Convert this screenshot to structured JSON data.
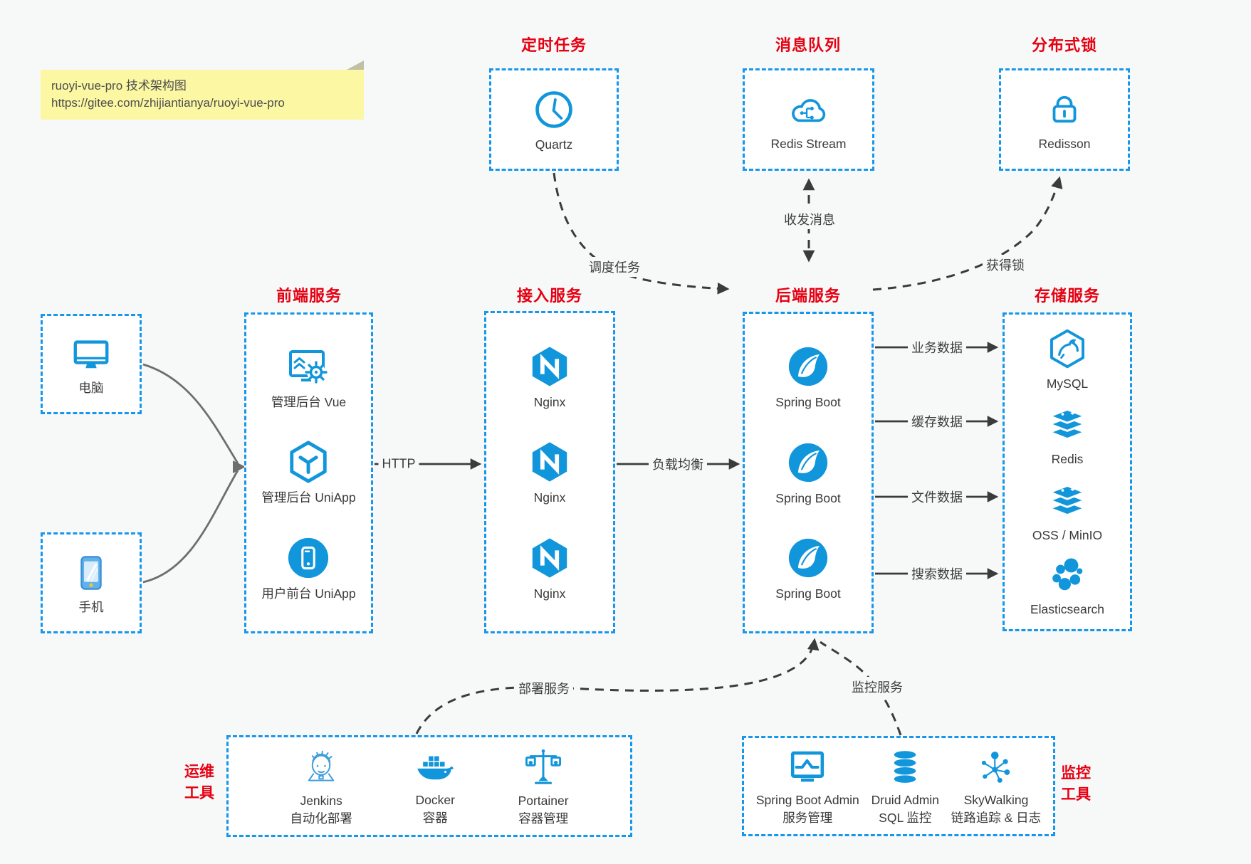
{
  "note": {
    "title": "ruoyi-vue-pro 技术架构图",
    "url": "https://gitee.com/zhijiantianya/ruoyi-vue-pro"
  },
  "top_groups": {
    "scheduler": {
      "title": "定时任务",
      "item": {
        "label": "Quartz",
        "icon": "clock-icon"
      }
    },
    "mq": {
      "title": "消息队列",
      "item": {
        "label": "Redis Stream",
        "icon": "cloud-share-icon"
      }
    },
    "lock": {
      "title": "分布式锁",
      "item": {
        "label": "Redisson",
        "icon": "lock-icon"
      }
    }
  },
  "clients": {
    "computer": {
      "label": "电脑",
      "icon": "desktop-icon"
    },
    "phone": {
      "label": "手机",
      "icon": "smartphone-icon"
    }
  },
  "columns": {
    "frontend": {
      "title": "前端服务",
      "items": [
        {
          "label": "管理后台 Vue",
          "icon": "admin-vue-icon"
        },
        {
          "label": "管理后台 UniApp",
          "icon": "uniapp-hexagon-icon"
        },
        {
          "label": "用户前台 UniApp",
          "icon": "uniapp-circle-icon"
        }
      ]
    },
    "gateway": {
      "title": "接入服务",
      "items": [
        {
          "label": "Nginx",
          "icon": "nginx-icon"
        },
        {
          "label": "Nginx",
          "icon": "nginx-icon"
        },
        {
          "label": "Nginx",
          "icon": "nginx-icon"
        }
      ]
    },
    "backend": {
      "title": "后端服务",
      "items": [
        {
          "label": "Spring Boot",
          "icon": "spring-boot-icon"
        },
        {
          "label": "Spring Boot",
          "icon": "spring-boot-icon"
        },
        {
          "label": "Spring Boot",
          "icon": "spring-boot-icon"
        }
      ]
    },
    "storage": {
      "title": "存储服务",
      "items": [
        {
          "label": "MySQL",
          "icon": "mysql-icon"
        },
        {
          "label": "Redis",
          "icon": "redis-icon"
        },
        {
          "label": "OSS / MinIO",
          "icon": "oss-minio-icon"
        },
        {
          "label": "Elasticsearch",
          "icon": "elasticsearch-icon"
        }
      ]
    }
  },
  "bottom_groups": {
    "ops": {
      "title_lines": [
        "运维",
        "工具"
      ],
      "items": [
        {
          "name": "Jenkins",
          "desc": "自动化部署",
          "icon": "jenkins-icon"
        },
        {
          "name": "Docker",
          "desc": "容器",
          "icon": "docker-icon"
        },
        {
          "name": "Portainer",
          "desc": "容器管理",
          "icon": "portainer-icon"
        }
      ]
    },
    "monitoring": {
      "title_lines": [
        "监控",
        "工具"
      ],
      "items": [
        {
          "name": "Spring Boot Admin",
          "desc": "服务管理",
          "icon": "spring-boot-admin-icon"
        },
        {
          "name": "Druid Admin",
          "desc": "SQL 监控",
          "icon": "druid-icon"
        },
        {
          "name": "SkyWalking",
          "desc": "链路追踪 & 日志",
          "icon": "skywalking-icon"
        }
      ]
    }
  },
  "edge_labels": {
    "http": "HTTP",
    "load_balance": "负载均衡",
    "schedule_job": "调度任务",
    "messaging": "收发消息",
    "acquire_lock": "获得锁",
    "business_data": "业务数据",
    "cache_data": "缓存数据",
    "file_data": "文件数据",
    "search_data": "搜索数据",
    "deploy": "部署服务",
    "monitor": "监控服务"
  },
  "colors": {
    "icon_blue": "#1296db",
    "border_blue": "#1697ec",
    "title_red": "#e60012",
    "note_bg": "#fbf7a3",
    "canvas_bg": "#f7f8f8",
    "connector_dark": "#3b3b3b",
    "device_arrow_gray": "#6e6e6e"
  }
}
